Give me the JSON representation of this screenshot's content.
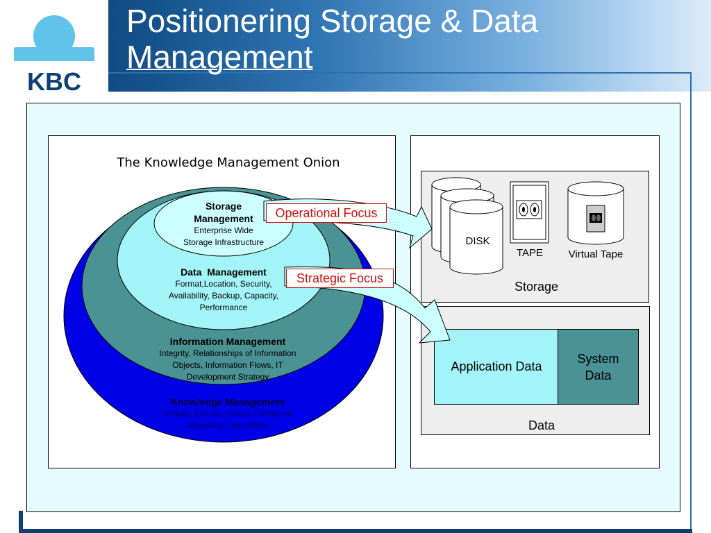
{
  "header": {
    "title_line1": "Positionering Storage & Data",
    "title_line2": "Management",
    "logo_text": "KBC"
  },
  "onion": {
    "title": "The Knowledge Management Onion",
    "layers": [
      {
        "title": "Storage Management",
        "description": "Enterprise Wide\nStorage Infrastructure"
      },
      {
        "title": "Data  Management",
        "description": "Format,Location, Security,\nAvailability, Backup, Capacity,\nPerformance"
      },
      {
        "title": "Information Management",
        "description": "Integrity, Relationships of Information\nObjects, Information Flows, IT\nDevelopment Strategy"
      },
      {
        "title": "Knowledge Management",
        "description": "Intranet, Extrnet, Search / Retrieval,\nModelling Capabilities"
      }
    ]
  },
  "arrows": {
    "operational": "Operational Focus",
    "strategic": "Strategic Focus"
  },
  "storage": {
    "label": "Storage",
    "disk": "DISK",
    "tape": "TAPE",
    "virtual_tape": "Virtual Tape"
  },
  "data": {
    "label": "Data",
    "application": "Application Data",
    "system": "System\nData"
  },
  "colors": {
    "header_dark": "#0c3f74",
    "header_light": "#dcecfa",
    "frame_bg": "#e6fbfd",
    "knowledge": "#0000e6",
    "information": "#4a9293",
    "data_layer": "#a3f4f8",
    "storage_layer": "#ccffff",
    "focus_text": "#cc1111",
    "application_data": "#a3f4f8",
    "system_data": "#4a9293"
  }
}
